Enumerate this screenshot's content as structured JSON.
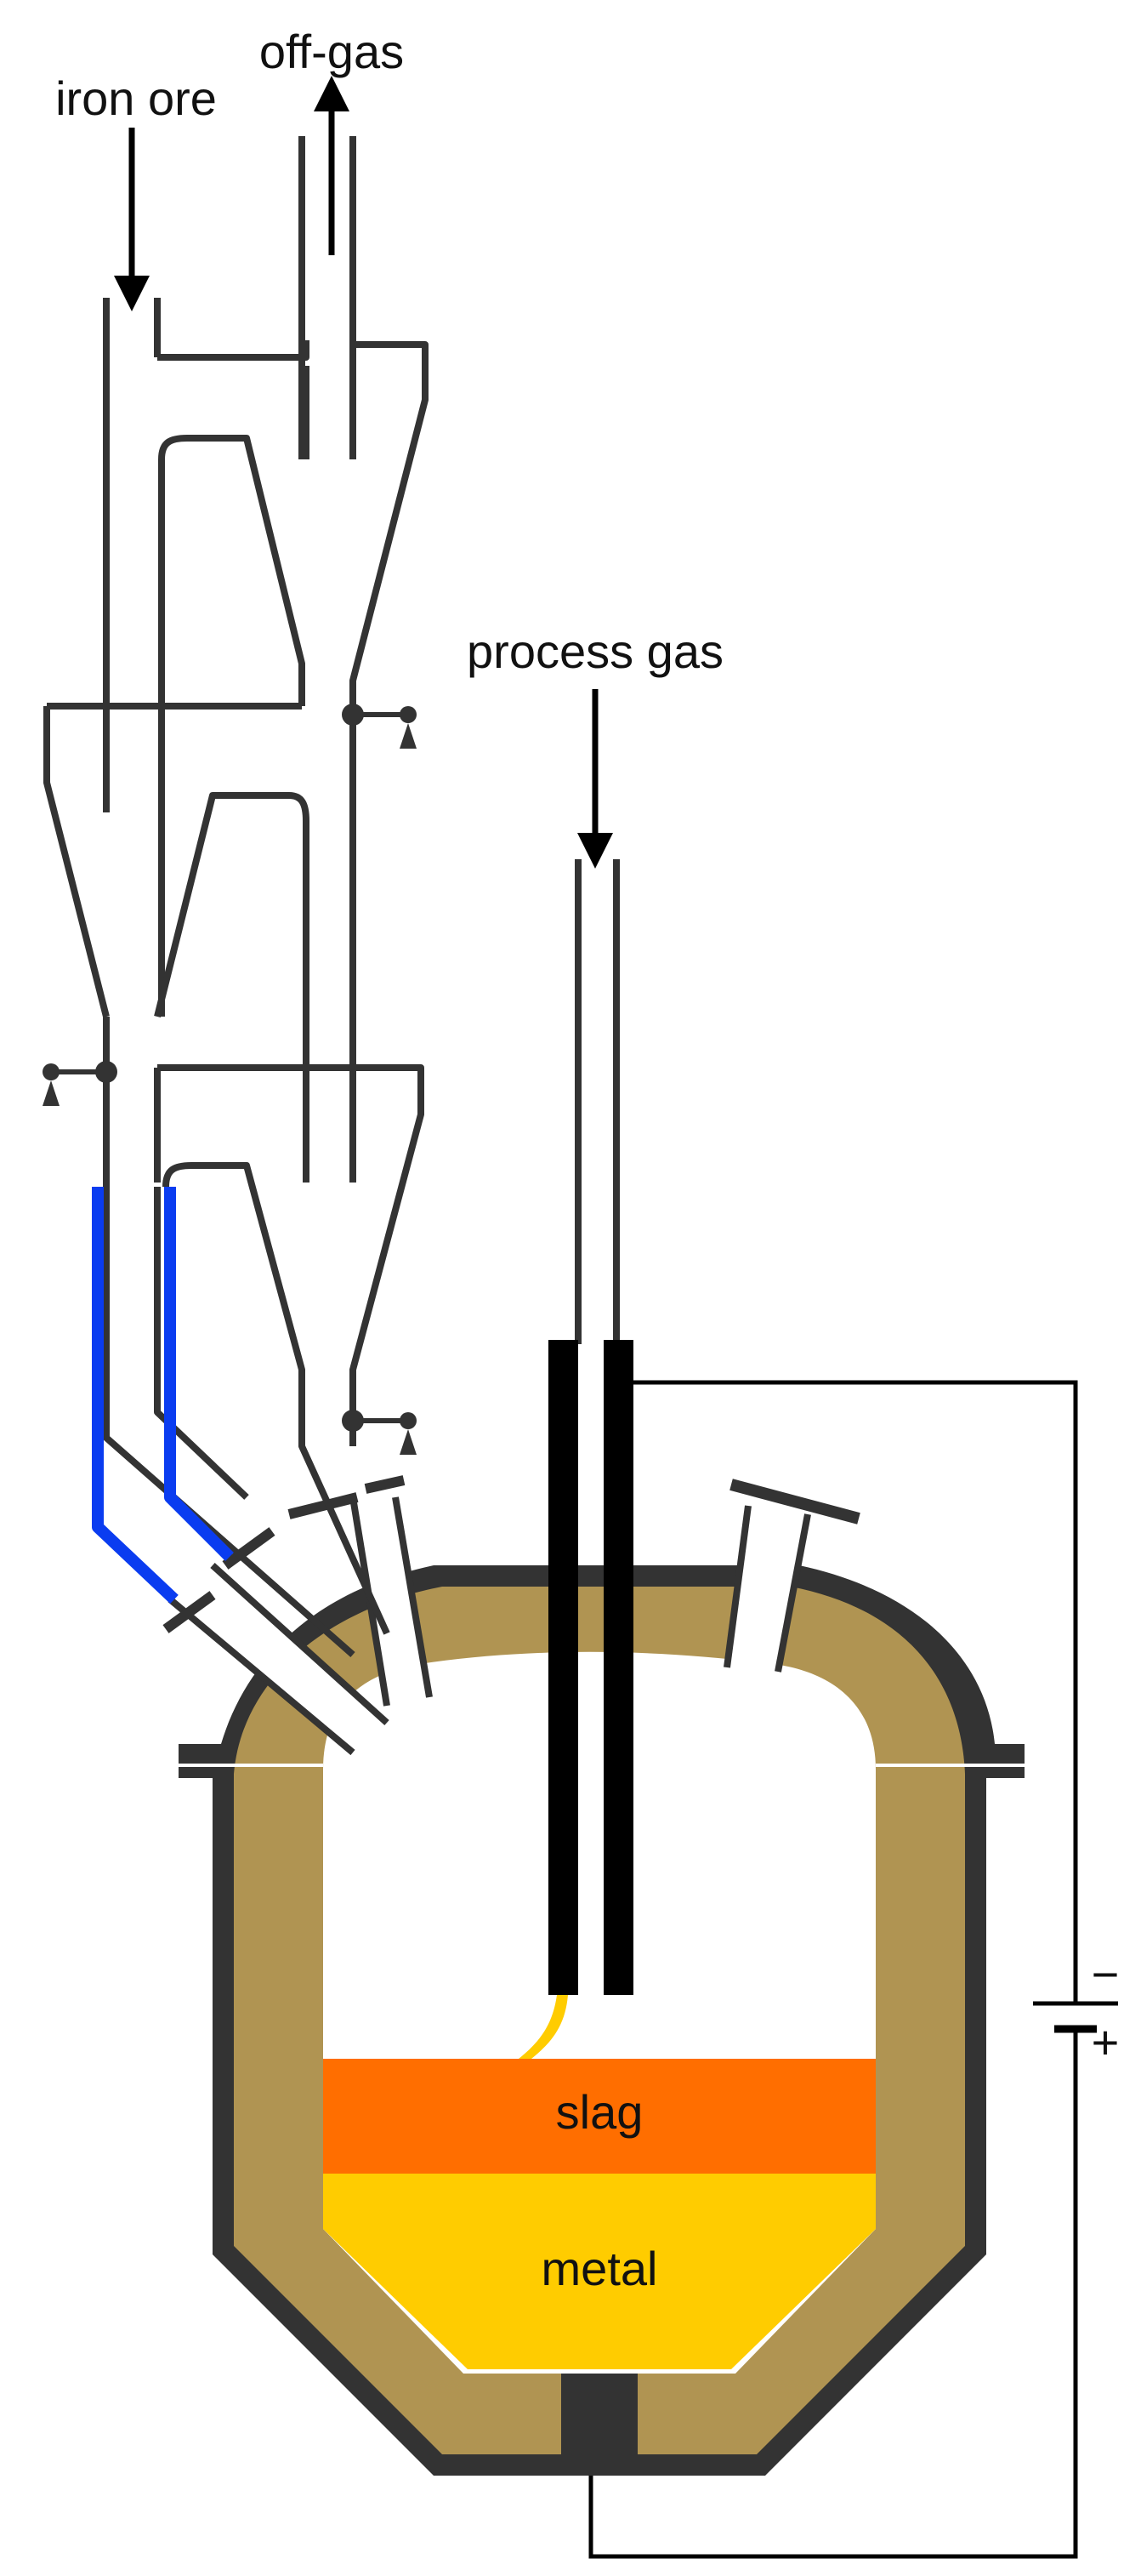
{
  "labels": {
    "iron_ore": "iron ore",
    "off_gas": "off-gas",
    "process_gas": "process gas",
    "slag": "slag",
    "metal": "metal",
    "minus": "−",
    "plus": "+"
  },
  "colors": {
    "line": "#333333",
    "electrode": "#000000",
    "refractory": "#B09452",
    "shell": "#333333",
    "slag": "#FF6E00",
    "metal": "#FFCC00",
    "cooling": "#0A3CF0",
    "background": "#FFFFFF"
  }
}
